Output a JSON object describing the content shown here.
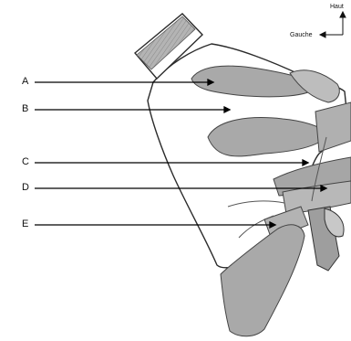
{
  "orientation": {
    "up_label": "Haut",
    "left_label": "Gauche"
  },
  "labels": [
    {
      "letter": "A"
    },
    {
      "letter": "B"
    },
    {
      "letter": "C"
    },
    {
      "letter": "D"
    },
    {
      "letter": "E"
    }
  ],
  "colors": {
    "outline": "#2b2b2b",
    "muscle_fill": "#a9a9a9",
    "muscle_dark": "#8e8e8e",
    "pointer": "#000000"
  }
}
